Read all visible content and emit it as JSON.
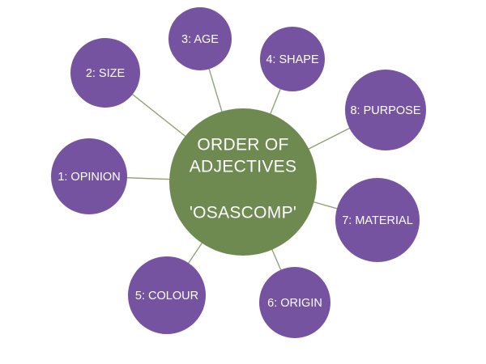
{
  "center": {
    "title_line1": "ORDER OF",
    "title_line2": "ADJECTIVES",
    "acronym": "'OSASCOMP'"
  },
  "nodes": [
    {
      "label": "1: OPINION"
    },
    {
      "label": "2: SIZE"
    },
    {
      "label": "3: AGE"
    },
    {
      "label": "4: SHAPE"
    },
    {
      "label": "5: COLOUR"
    },
    {
      "label": "6: ORIGIN"
    },
    {
      "label": "7: MATERIAL"
    },
    {
      "label": "8: PURPOSE"
    }
  ],
  "colors": {
    "center_fill": "#6e8a51",
    "node_fill": "#7653a0",
    "connector": "#8fa378",
    "text": "#ffffff"
  }
}
